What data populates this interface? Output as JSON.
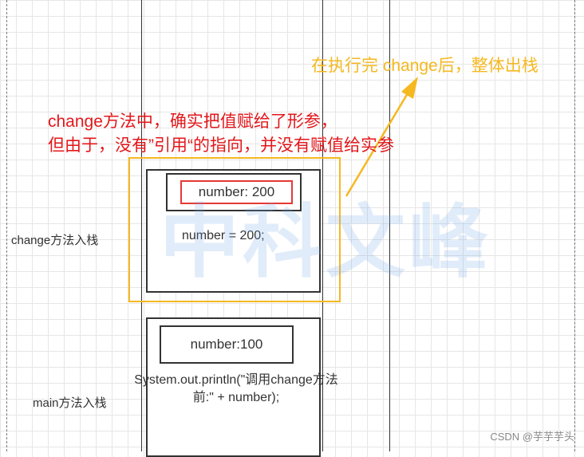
{
  "annotations": {
    "red_line1": "change方法中，确实把值赋给了形参，",
    "red_line2": "但由于，没有”引用“的指向，并没有赋值给实参",
    "gold_note": "在执行完 change后，整体出栈",
    "accent_red": "#e3171b",
    "accent_gold": "#f5b820"
  },
  "labels": {
    "change_stack": "change方法入栈",
    "main_stack": "main方法入栈"
  },
  "change_frame": {
    "param": "number: 200",
    "statement": "number = 200;"
  },
  "main_frame": {
    "variable": "number:100",
    "println_line1": "System.out.println(\"调用change方法",
    "println_line2": "前:\" + number);"
  },
  "watermark": "中科文峰",
  "credit": "CSDN @芋芋芋头"
}
